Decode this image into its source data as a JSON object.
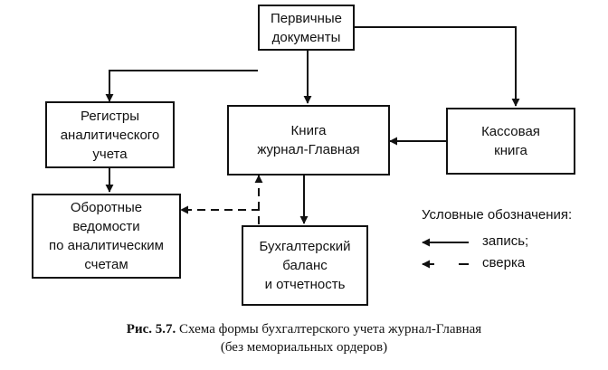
{
  "boxes": {
    "primary": "Первичные\nдокументы",
    "registers": "Регистры\nаналитического\nучета",
    "journal": "Книга\nжурнал-Главная",
    "cashbook": "Кассовая\nкнига",
    "turnover": "Оборотные\nведомости\nпо аналитическим\nсчетам",
    "balance": "Бухгалтерский\nбаланс\nи отчетность"
  },
  "legend": {
    "title": "Условные обозначения:",
    "entry": "запись;",
    "check": "сверка"
  },
  "caption": {
    "figure": "Рис. 5.7.",
    "line1": "Схема формы бухгалтерского учета журнал-Главная",
    "line2": "(без мемориальных ордеров)"
  }
}
